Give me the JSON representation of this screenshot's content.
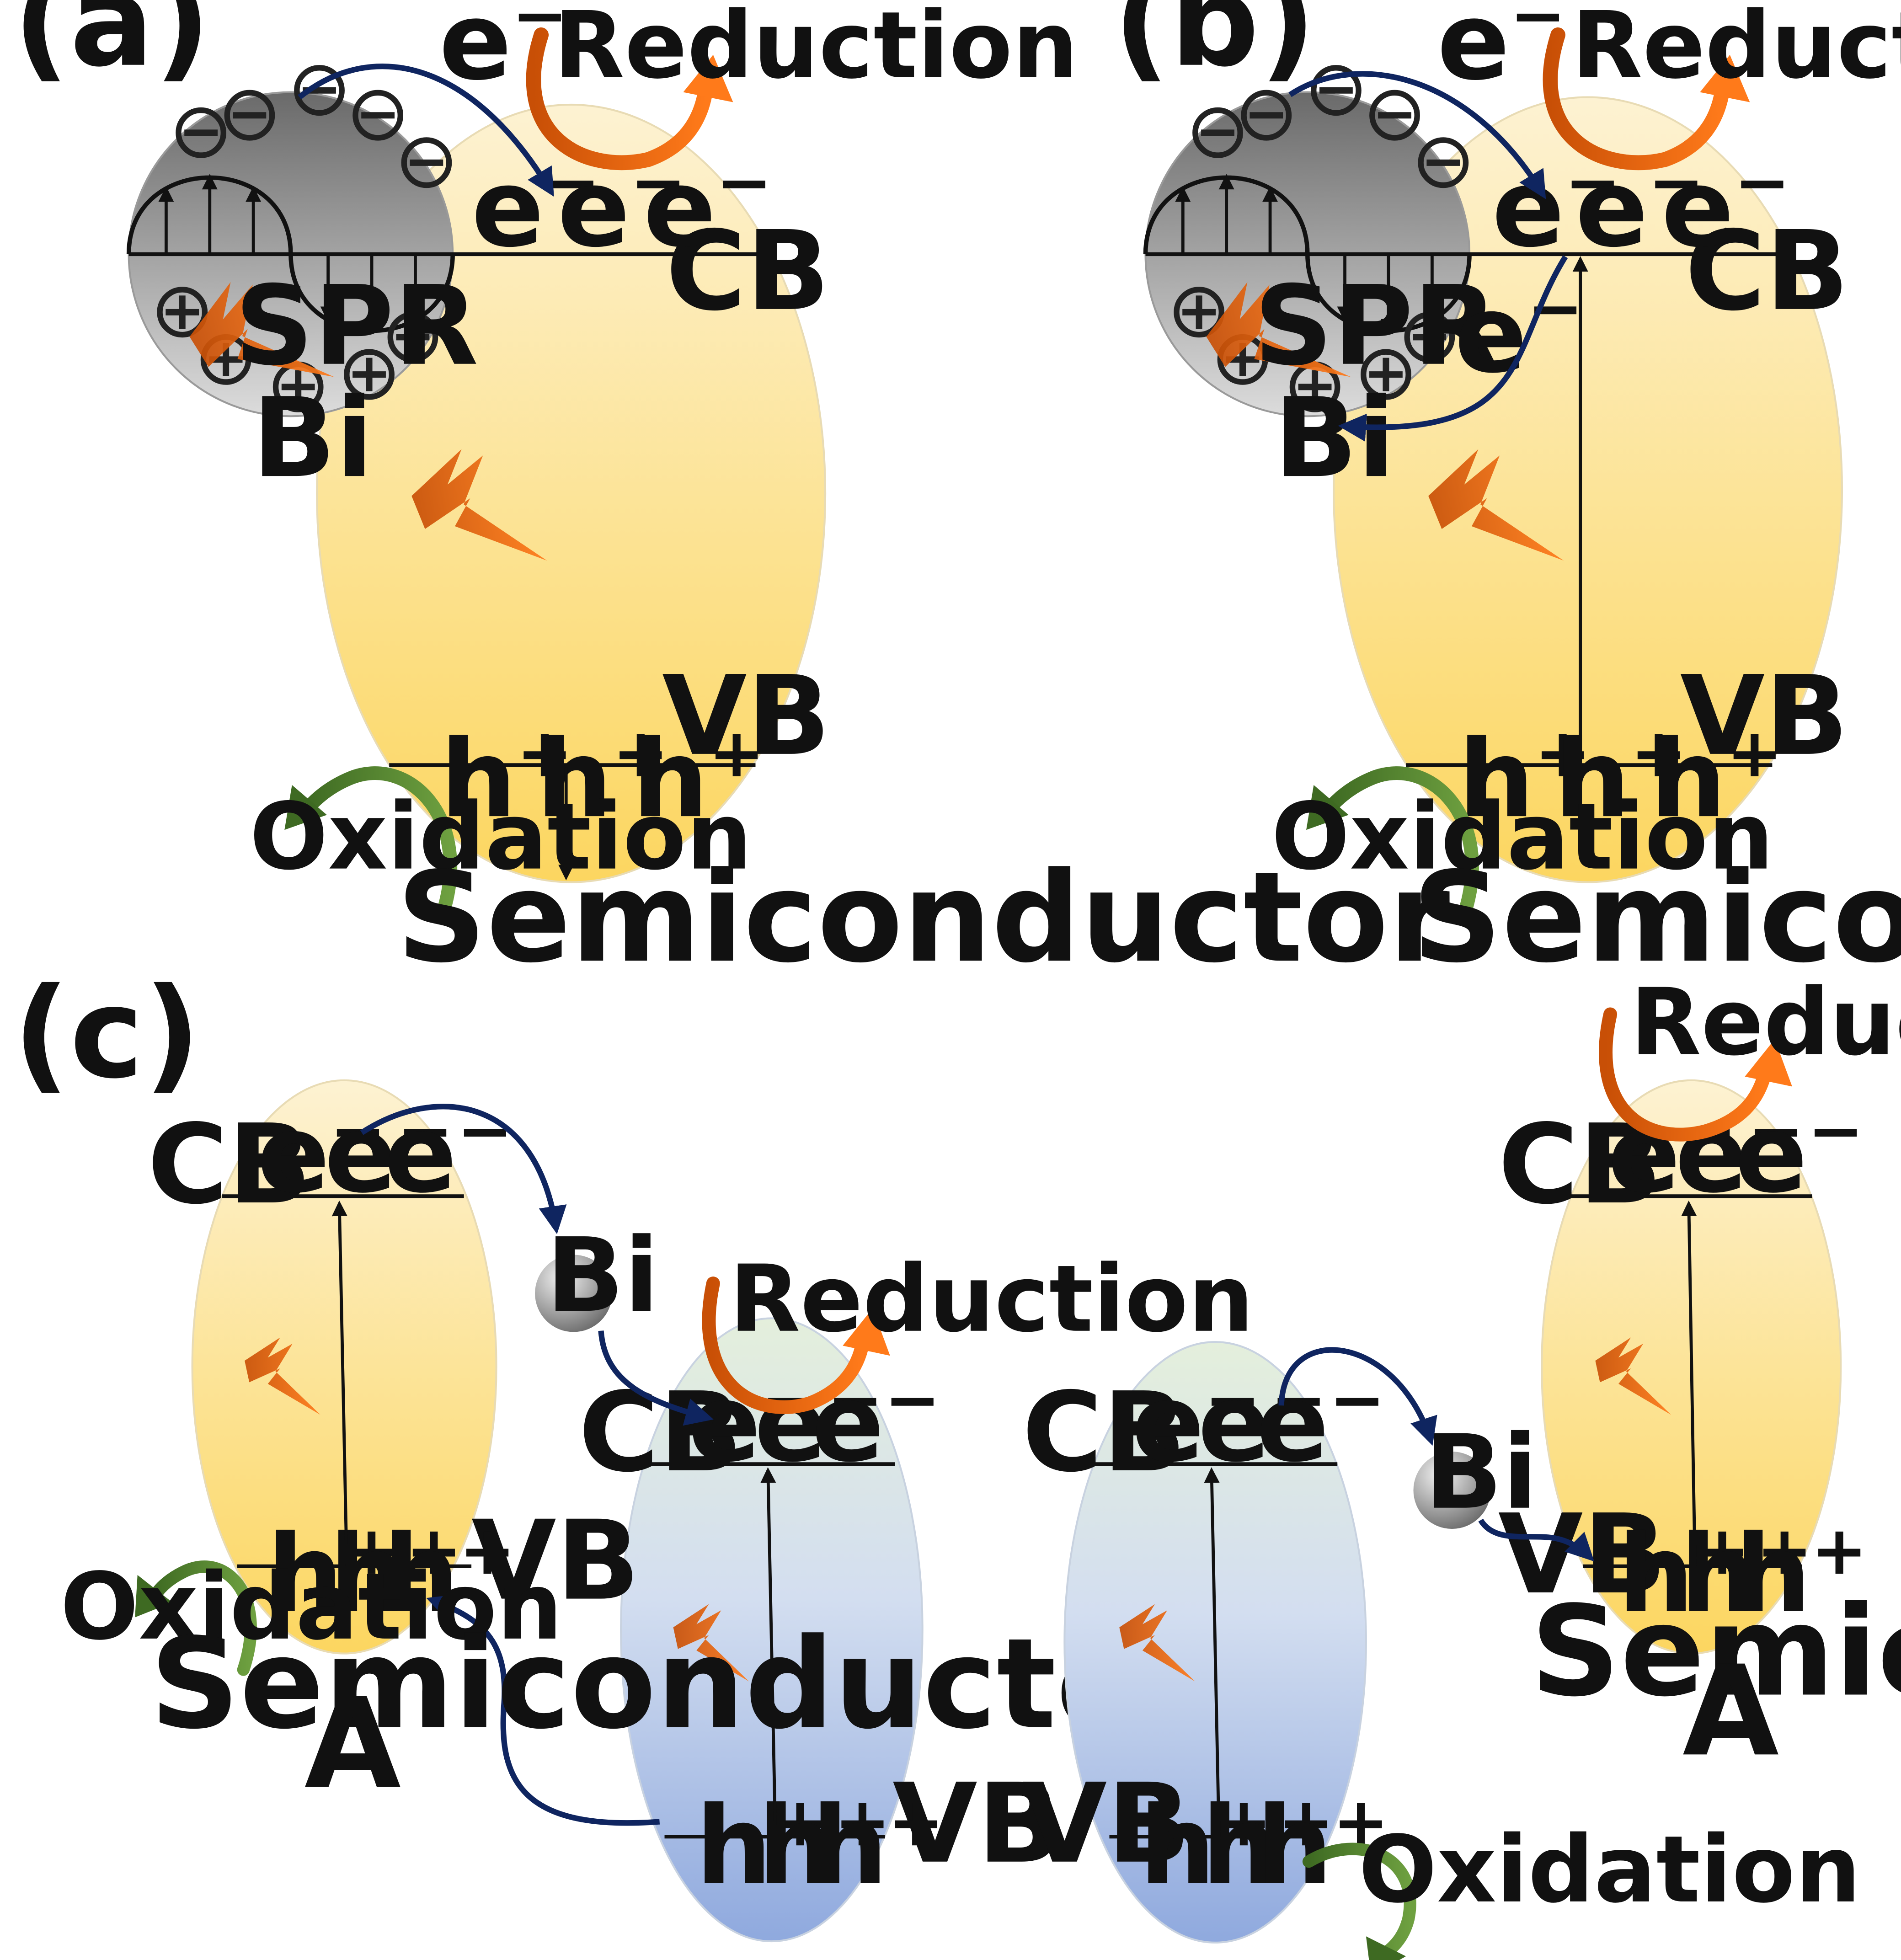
{
  "panels": {
    "a": {
      "label": "(a)",
      "metal": "Bi",
      "spr": "SPR",
      "cb": "CB",
      "vb": "VB",
      "semiconductor": "Semiconductor",
      "reduction": "Reduction",
      "oxidation": "Oxidation",
      "electron": "e",
      "electron_charge": "−",
      "hole": "h",
      "hole_charge": "+",
      "minus_symbol": "⊖",
      "plus_symbol": "⊕"
    },
    "b": {
      "label": "(b)",
      "metal": "Bi",
      "spr": "SPR",
      "cb": "CB",
      "vb": "VB",
      "semiconductor": "Semiconductor",
      "reduction": "Reduction",
      "oxidation": "Oxidation",
      "electron": "e",
      "electron_charge": "−",
      "hole": "h",
      "hole_charge": "+"
    },
    "c": {
      "label": "(c)",
      "left": {
        "semiconductor_line1": "Semiconductor",
        "semiconductor_line2": "A",
        "cb_a": "CB",
        "vb_a": "VB",
        "cb_b": "CB",
        "vb_b": "VB",
        "bi": "Bi",
        "reduction": "Reduction",
        "oxidation": "Oxidation"
      },
      "right": {
        "semiconductor_line1": "Semiconductor",
        "semiconductor_line2": "A",
        "cb_a": "CB",
        "vb_a": "VB",
        "cb_b": "CB",
        "vb_b": "VB",
        "bi": "Bi",
        "reduction": "Reduction",
        "oxidation": "Oxidation"
      }
    }
  },
  "colors": {
    "yellow_top": "#fdf0c9",
    "yellow_bottom": "#fcd867",
    "blue_top": "#e5f0dd",
    "blue_bottom": "#8ea9de",
    "navy_arrow": "#0f2560",
    "orange_arrow": "#f26b12",
    "green_arrow": "#4c7a2c",
    "sphere_dark": "#6e6e6e",
    "sphere_light": "#d9d9d9"
  }
}
